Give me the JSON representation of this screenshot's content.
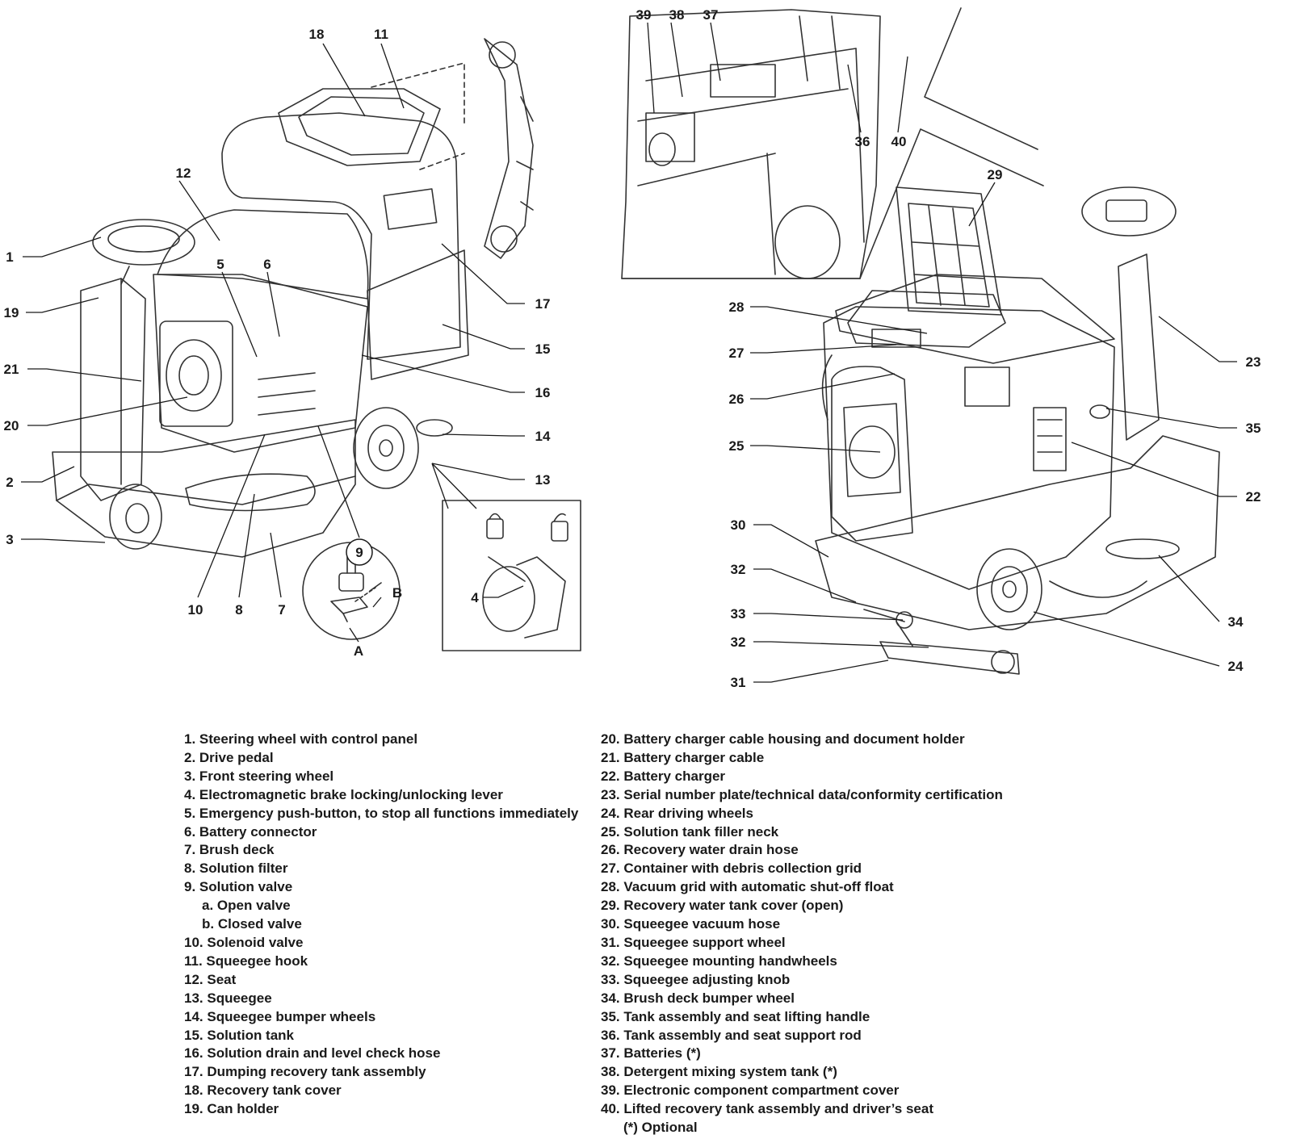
{
  "callouts": [
    "1",
    "2",
    "3",
    "4",
    "5",
    "6",
    "7",
    "8",
    "9",
    "10",
    "11",
    "12",
    "13",
    "14",
    "15",
    "16",
    "17",
    "18",
    "19",
    "20",
    "21",
    "22",
    "23",
    "24",
    "25",
    "26",
    "27",
    "28",
    "29",
    "30",
    "31",
    "32",
    "33",
    "34",
    "35",
    "36",
    "37",
    "38",
    "39",
    "40"
  ],
  "valve_positions": [
    "A",
    "B"
  ],
  "legend_left": [
    "1. Steering wheel with control panel",
    "2. Drive pedal",
    "3. Front steering wheel",
    "4. Electromagnetic brake locking/unlocking lever",
    "5. Emergency push-button, to stop all functions immediately",
    "6. Battery connector",
    "7. Brush deck",
    "8. Solution filter",
    "9. Solution valve",
    "a. Open valve",
    "b. Closed valve",
    "10. Solenoid valve",
    "11. Squeegee hook",
    "12. Seat",
    "13. Squeegee",
    "14. Squeegee bumper wheels",
    "15. Solution tank",
    "16. Solution drain and level check hose",
    "17. Dumping recovery tank assembly",
    "18. Recovery tank cover",
    "19. Can holder"
  ],
  "legend_right": [
    "20. Battery charger cable housing and document holder",
    "21. Battery charger cable",
    "22. Battery charger",
    "23. Serial number plate/technical data/conformity certification",
    "24. Rear driving wheels",
    "25. Solution tank filler neck",
    "26. Recovery water drain hose",
    "27. Container with debris collection grid",
    "28. Vacuum grid with automatic shut-off float",
    "29. Recovery water tank cover (open)",
    "30. Squeegee vacuum hose",
    "31. Squeegee support wheel",
    "32. Squeegee mounting handwheels",
    "33. Squeegee adjusting knob",
    "34. Brush deck bumper wheel",
    "35. Tank assembly and seat lifting handle",
    "36. Tank assembly and seat support rod",
    "37. Batteries (*)",
    "38. Detergent mixing system tank (*)",
    "39. Electronic component compartment cover",
    "40. Lifted recovery tank assembly and driver’s seat"
  ],
  "legend_note": "(*)  Optional"
}
